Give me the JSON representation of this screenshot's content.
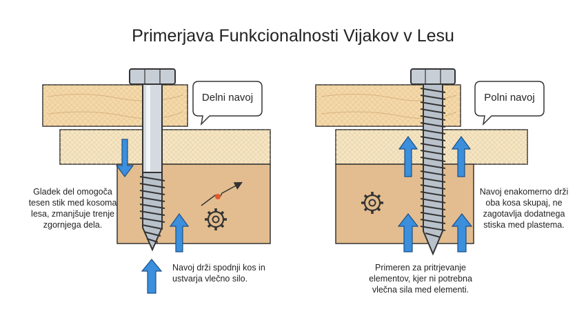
{
  "title": "Primerjava Funkcionalnosti Vijakov v Lesu",
  "left_panel": {
    "bubble": "Delni navoj",
    "caption_left": "Gladek del omogoča tesen stik med kosoma lesa, zmanjšuje trenje zgornjega dela.",
    "caption_bottom": "Navoj drži spodnji kos in ustvarja vlečno silo."
  },
  "right_panel": {
    "bubble": "Polni navoj",
    "caption_right": "Navoj enakomerno drži oba kosa skupaj, ne zagotavlja dodatnega stiska med plastema.",
    "caption_bottom": "Primeren za pritrjevanje elementov, kjer ni potrebna vlečna sila med elementi."
  },
  "colors": {
    "wood_top": "#f5d9a8",
    "wood_mid": "#f6e5c2",
    "wood_bottom": "#e3bd8f",
    "arrow_blue": "#3b8fdc",
    "screw_grey": "#b9c2cb"
  },
  "icons": [
    "gear-icon",
    "force-arrow-icon",
    "hex-head-icon"
  ]
}
